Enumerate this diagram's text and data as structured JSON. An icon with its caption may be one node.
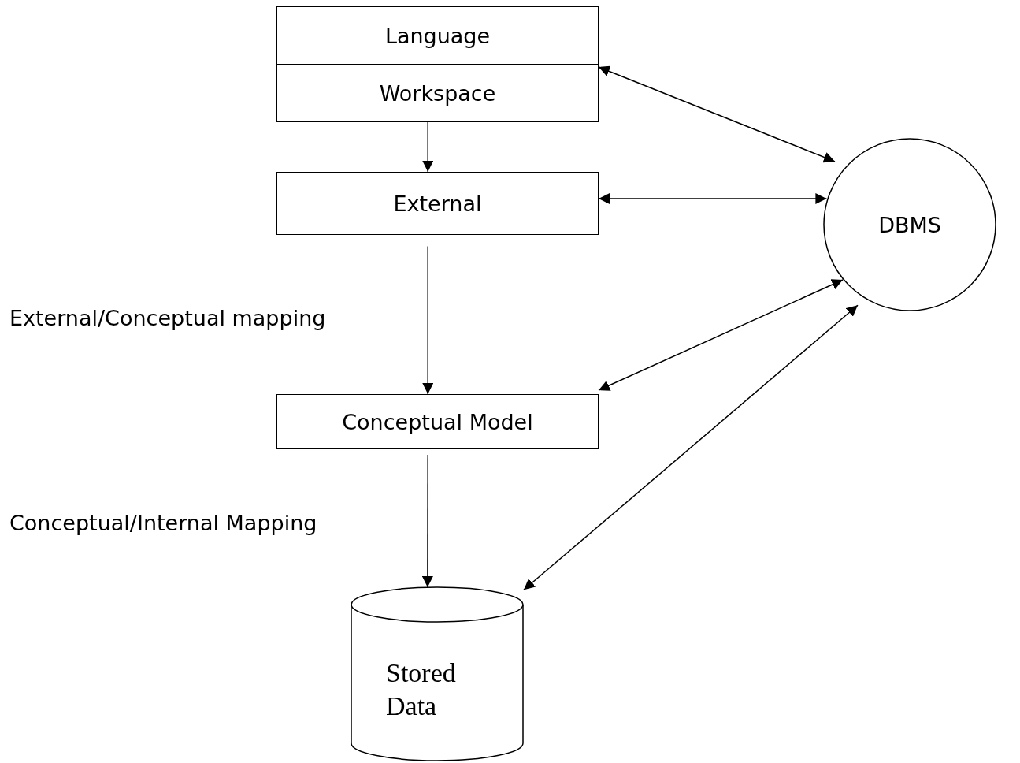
{
  "diagram": {
    "nodes": [
      {
        "text": [
          "Language",
          "Workspace"
        ]
      },
      {
        "text": [
          "External"
        ]
      },
      {
        "text": [
          "DBMS"
        ]
      },
      {
        "text": [
          "Conceptual Model"
        ]
      },
      {
        "text": [
          "Stored Data"
        ]
      }
    ],
    "edges": [
      {
        "from": 0,
        "to": 1,
        "arrow": "to"
      },
      {
        "from": 0,
        "to": 2,
        "arrow": "both"
      },
      {
        "from": 1,
        "to": 2,
        "arrow": "both"
      },
      {
        "from": 1,
        "to": 3,
        "arrow": "to"
      },
      {
        "from": 3,
        "to": 2,
        "arrow": "both"
      },
      {
        "from": 3,
        "to": 4,
        "arrow": "to"
      },
      {
        "from": 4,
        "to": 2,
        "arrow": "both"
      }
    ],
    "labels": [
      "External/Conceptual mapping",
      "Conceptual/Internal Mapping"
    ]
  }
}
